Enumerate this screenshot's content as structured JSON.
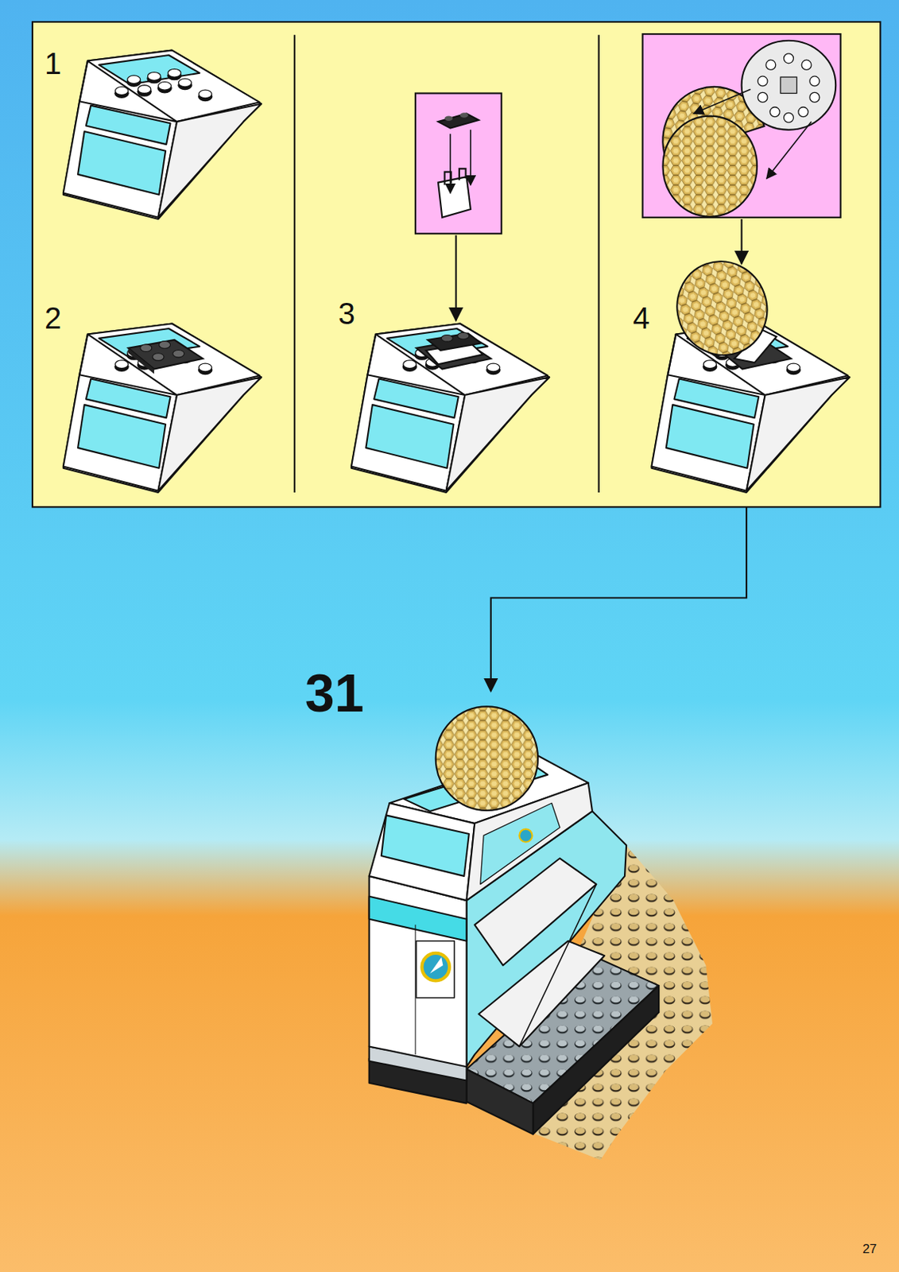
{
  "diagram": {
    "labels": [
      "1",
      "2",
      "3",
      "4",
      "31",
      "27"
    ]
  }
}
